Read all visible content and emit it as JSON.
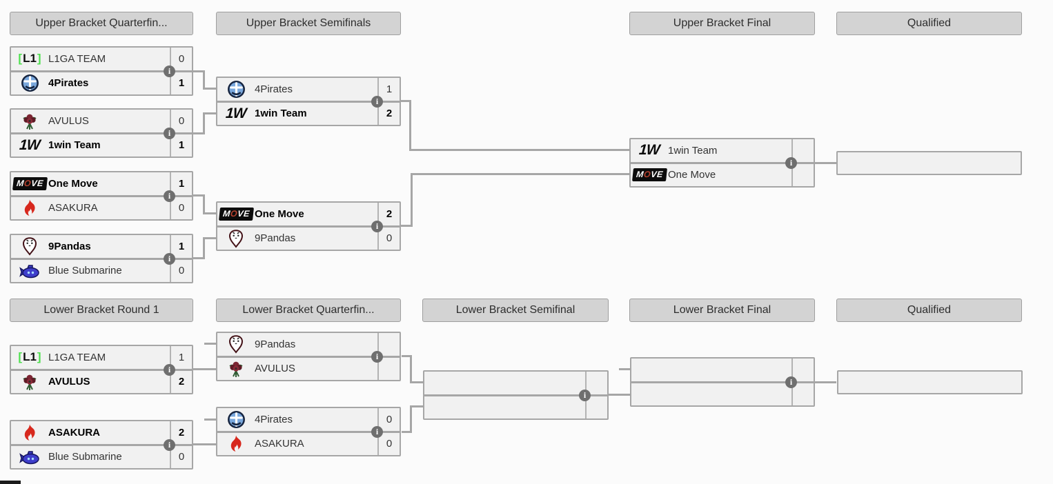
{
  "page": {
    "background_color": "#fbfbfb",
    "connector_color": "#a6a6a6",
    "box_fill": "#f1f1f1",
    "header_fill": "#d3d3d3"
  },
  "icons": {
    "info_glyph": "i"
  },
  "headers": {
    "ub_r1": "Upper Bracket Quarterfin...",
    "ub_r2": "Upper Bracket Semifinals",
    "ub_final": "Upper Bracket Final",
    "ub_qualified": "Qualified",
    "lb_r1": "Lower Bracket Round 1",
    "lb_r2": "Lower Bracket Quarterfin...",
    "lb_r3": "Lower Bracket Semifinal",
    "lb_final": "Lower Bracket Final",
    "lb_qualified": "Qualified"
  },
  "matches": {
    "ubqf1": {
      "t1": {
        "name": "L1GA TEAM",
        "score": "0",
        "winner": false,
        "icon": "l1ga-team-logo"
      },
      "t2": {
        "name": "4Pirates",
        "score": "1",
        "winner": true,
        "icon": "4pirates-logo"
      }
    },
    "ubqf2": {
      "t1": {
        "name": "AVULUS",
        "score": "0",
        "winner": false,
        "icon": "avulus-logo"
      },
      "t2": {
        "name": "1win Team",
        "score": "1",
        "winner": true,
        "icon": "1win-team-logo"
      }
    },
    "ubqf3": {
      "t1": {
        "name": "One Move",
        "score": "1",
        "winner": true,
        "icon": "one-move-logo"
      },
      "t2": {
        "name": "ASAKURA",
        "score": "0",
        "winner": false,
        "icon": "asakura-logo"
      }
    },
    "ubqf4": {
      "t1": {
        "name": "9Pandas",
        "score": "1",
        "winner": true,
        "icon": "9pandas-logo"
      },
      "t2": {
        "name": "Blue Submarine",
        "score": "0",
        "winner": false,
        "icon": "blue-submarine-logo"
      }
    },
    "ubsf1": {
      "t1": {
        "name": "4Pirates",
        "score": "1",
        "winner": false,
        "icon": "4pirates-logo"
      },
      "t2": {
        "name": "1win Team",
        "score": "2",
        "winner": true,
        "icon": "1win-team-logo"
      }
    },
    "ubsf2": {
      "t1": {
        "name": "One Move",
        "score": "2",
        "winner": true,
        "icon": "one-move-logo"
      },
      "t2": {
        "name": "9Pandas",
        "score": "0",
        "winner": false,
        "icon": "9pandas-logo"
      }
    },
    "ubf": {
      "t1": {
        "name": "1win Team",
        "score": "",
        "winner": false,
        "icon": "1win-team-logo"
      },
      "t2": {
        "name": "One Move",
        "score": "",
        "winner": false,
        "icon": "one-move-logo"
      }
    },
    "lbr1m1": {
      "t1": {
        "name": "L1GA TEAM",
        "score": "1",
        "winner": false,
        "icon": "l1ga-team-logo"
      },
      "t2": {
        "name": "AVULUS",
        "score": "2",
        "winner": true,
        "icon": "avulus-logo"
      }
    },
    "lbr1m2": {
      "t1": {
        "name": "ASAKURA",
        "score": "2",
        "winner": true,
        "icon": "asakura-logo"
      },
      "t2": {
        "name": "Blue Submarine",
        "score": "0",
        "winner": false,
        "icon": "blue-submarine-logo"
      }
    },
    "lbqf1": {
      "t1": {
        "name": "9Pandas",
        "score": "",
        "winner": false,
        "icon": "9pandas-logo"
      },
      "t2": {
        "name": "AVULUS",
        "score": "",
        "winner": false,
        "icon": "avulus-logo"
      }
    },
    "lbqf2": {
      "t1": {
        "name": "4Pirates",
        "score": "0",
        "winner": false,
        "icon": "4pirates-logo"
      },
      "t2": {
        "name": "ASAKURA",
        "score": "0",
        "winner": false,
        "icon": "asakura-logo"
      }
    }
  }
}
